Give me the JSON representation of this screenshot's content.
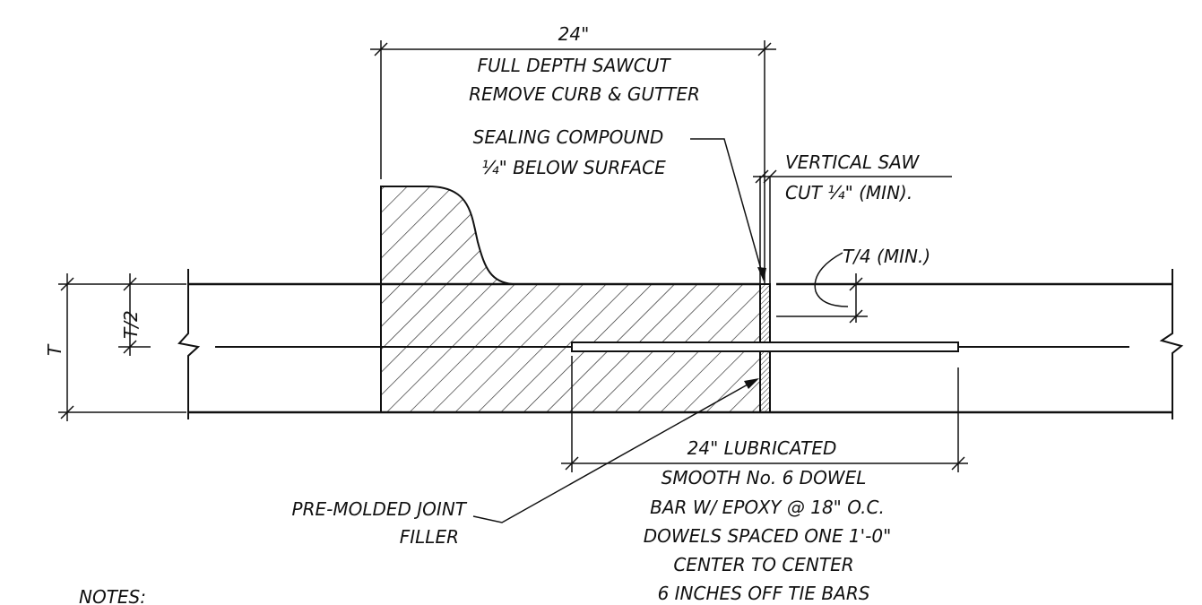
{
  "labels": {
    "sawcut_width": "24\"",
    "sawcut_line1": "FULL DEPTH SAWCUT",
    "sawcut_line2": "REMOVE CURB & GUTTER",
    "sealing_line1": "SEALING COMPOUND",
    "sealing_line2": "¼\" BELOW SURFACE",
    "vertical_line1": "VERTICAL SAW",
    "vertical_line2": "CUT ¼\" (MIN).",
    "t4": "T/4 (MIN.)",
    "thickness": "T",
    "half_thickness": "T/2",
    "filler_line1": "PRE-MOLDED JOINT",
    "filler_line2": "FILLER",
    "dowel_line1": "24\" LUBRICATED",
    "dowel_line2": "SMOOTH No. 6 DOWEL",
    "dowel_line3": "BAR W/ EPOXY @ 18\" O.C.",
    "dowel_line4": "DOWELS SPACED ONE 1'-0\"",
    "dowel_line5": "CENTER TO CENTER",
    "dowel_line6": "6 INCHES OFF TIE BARS",
    "notes": "NOTES:"
  }
}
